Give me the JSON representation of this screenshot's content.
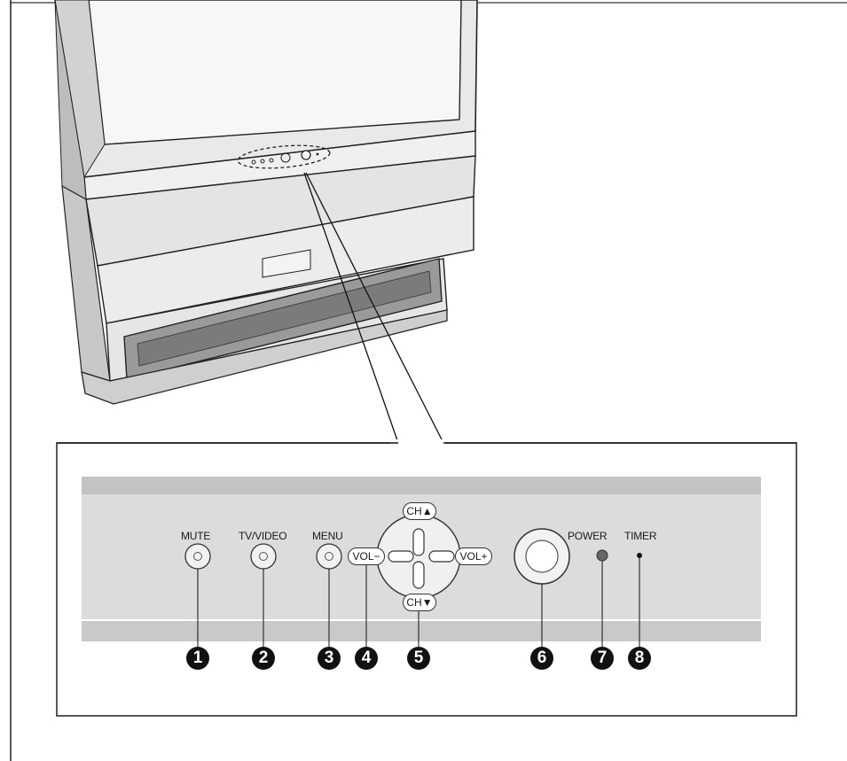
{
  "colors": {
    "line": "#333333",
    "panel": "#dcdcdc",
    "panel_band": "#bdbdbd",
    "screen": "#f2f2f2",
    "callout": "#111111"
  },
  "buttons": {
    "mute": "MUTE",
    "tv_video": "TV/VIDEO",
    "menu": "MENU",
    "ch_up": "CH▲",
    "ch_down": "CH▼",
    "vol_minus": "VOL−",
    "vol_plus": "VOL+",
    "power": "POWER",
    "timer": "TIMER"
  },
  "callouts": [
    "1",
    "2",
    "3",
    "4",
    "5",
    "6",
    "7",
    "8"
  ]
}
